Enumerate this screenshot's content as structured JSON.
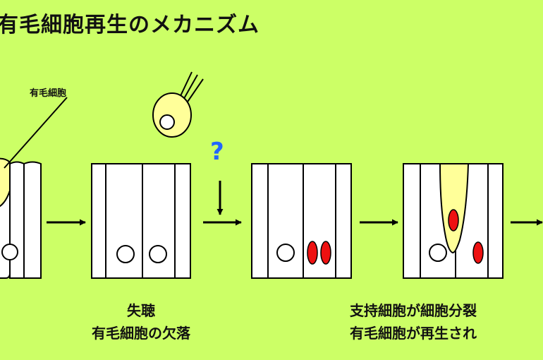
{
  "title": "有毛細胞再生のメカニズム",
  "hair_cell_label": "有毛細胞",
  "question_mark": "?",
  "captions": {
    "hearing_loss": {
      "line1": "失聴",
      "line2": "有毛細胞の欠落"
    },
    "regeneration": {
      "line1": "支持細胞が細胞分裂",
      "line2": "有毛細胞が再生され"
    }
  },
  "colors": {
    "background": "#ccff66",
    "hair_cell": "#ffff99",
    "nucleus_dividing": "#ee1111",
    "question_mark": "#2266ff"
  }
}
